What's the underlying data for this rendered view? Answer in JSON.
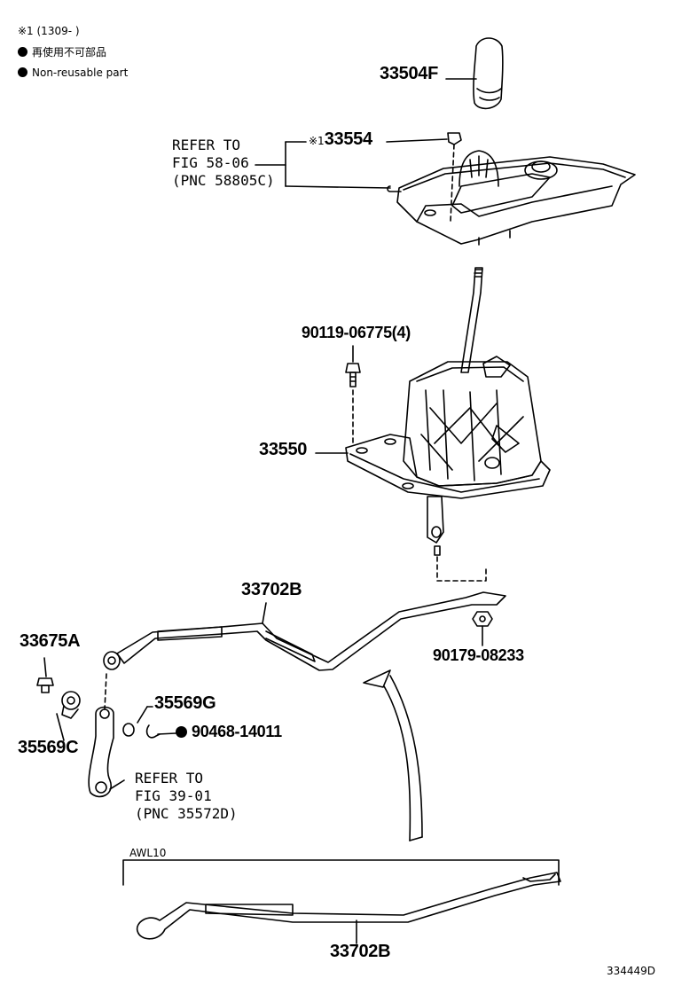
{
  "legend": {
    "note_1": "※1 (1309-       )",
    "jp_label": "再使用不可部品",
    "en_label": "Non-reusable part"
  },
  "refs": {
    "fig58": [
      "REFER TO",
      "FIG 58-06",
      "(PNC 58805C)"
    ],
    "fig39": [
      "REFER TO",
      "FIG 39-01",
      "(PNC 35572D)"
    ]
  },
  "parts": {
    "p33504F": "33504F",
    "p33554_mark": "※1",
    "p33554": "33554",
    "p90119": "90119-06775(4)",
    "p33550": "33550",
    "p33702B_top": "33702B",
    "p90179": "90179-08233",
    "p33675A": "33675A",
    "p35569G": "35569G",
    "p90468": "90468-14011",
    "p35569C": "35569C",
    "p33702B_bottom": "33702B"
  },
  "variant_label": "AWL10",
  "figure_code": "334449D",
  "colors": {
    "line": "#000000",
    "background": "#ffffff"
  }
}
